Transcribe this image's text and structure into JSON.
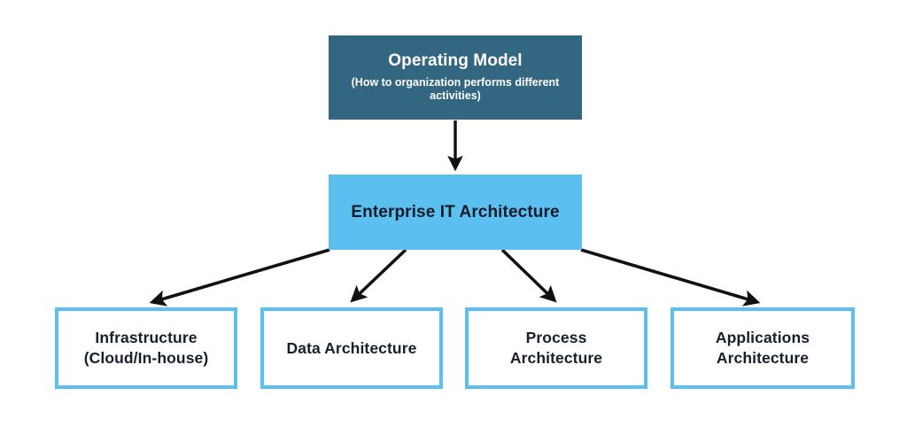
{
  "diagram": {
    "title_text": "Operating Model",
    "colors": {
      "dark_node": "#336680",
      "accent": "#5bc0ef",
      "arrow": "#111111",
      "background": "#ffffff",
      "dark_node_text": "#ffffff",
      "leaf_text": "#16202c"
    },
    "top_node": {
      "title": "Operating Model",
      "subtitle": "(How to organization performs different activities)"
    },
    "mid_node": {
      "title": "Enterprise IT Architecture"
    },
    "leaf_nodes": [
      {
        "line1": "Infrastructure",
        "line2": "(Cloud/In-house)"
      },
      {
        "line1": "Data Architecture",
        "line2": ""
      },
      {
        "line1": "Process",
        "line2": "Architecture"
      },
      {
        "line1": "Applications",
        "line2": "Architecture"
      }
    ],
    "connectors": [
      {
        "name": "operating-model-to-enterprise-it",
        "from": "top_node",
        "to": "mid_node"
      },
      {
        "name": "enterprise-it-to-infrastructure",
        "from": "mid_node",
        "to": "leaf_nodes.0"
      },
      {
        "name": "enterprise-it-to-data-architecture",
        "from": "mid_node",
        "to": "leaf_nodes.1"
      },
      {
        "name": "enterprise-it-to-process-architecture",
        "from": "mid_node",
        "to": "leaf_nodes.2"
      },
      {
        "name": "enterprise-it-to-applications-architecture",
        "from": "mid_node",
        "to": "leaf_nodes.3"
      }
    ]
  }
}
